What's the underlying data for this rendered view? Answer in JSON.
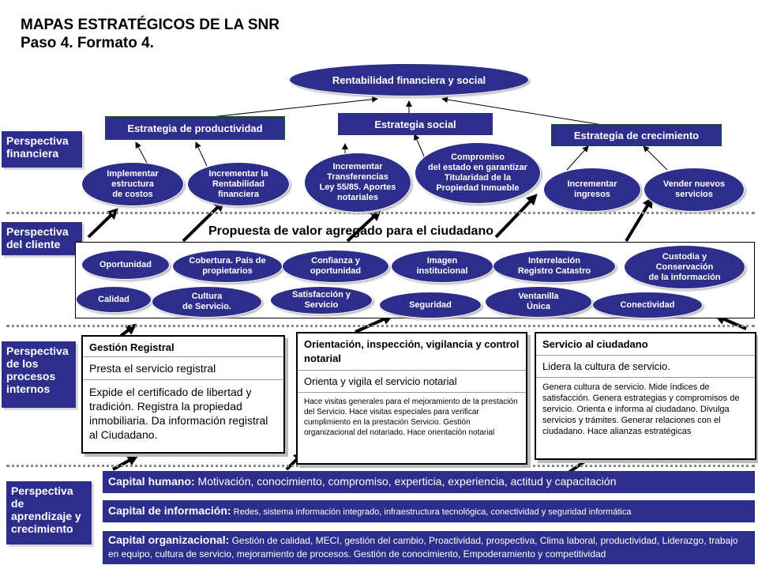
{
  "header": {
    "title_line1": "MAPAS ESTRATÉGICOS DE LA SNR",
    "title_line2": "Paso 4. Formato 4."
  },
  "perspectives": {
    "financiera": "Perspectiva\nfinanciera",
    "cliente": "Perspectiva\ndel cliente",
    "procesos": "Perspectiva\nde los\nprocesos\ninternos",
    "aprendizaje": "Perspectiva\nde\naprendizaje y\ncrecimiento"
  },
  "financial": {
    "goal": "Rentabilidad financiera y social",
    "strategies": {
      "productividad": "Estrategia de productividad",
      "social": "Estrategia social",
      "crecimiento": "Estrategia de crecimiento"
    },
    "objectives": {
      "costos": "Implementar\nestructura\nde costos",
      "rentabilidad": "Incrementar  la\nRentabilidad\nfinanciera",
      "transferencias": "Incrementar\nTransferencias\nLey 55/85. Aportes\nnotariales",
      "compromiso": "Compromiso\ndel estado  en garantizar\nTitularidad de la\nPropiedad Inmueble",
      "ingresos": "Incrementar\ningresos",
      "servicios": "Vender  nuevos\nservicios"
    }
  },
  "client": {
    "title": "Propuesta de valor agregado para el ciudadano",
    "items": {
      "oportunidad": "Oportunidad",
      "cobertura": "Cobertura.  País de\npropietarios",
      "confianza": "Confianza y\noportunidad",
      "imagen": "Imagen\ninstitucional",
      "interrelacion": "Interrelación\nRegistro  Catastro",
      "custodia": "Custodia  y\nConservación\nde la información",
      "calidad": "Calidad",
      "cultura": "Cultura\nde Servicio.",
      "satisfaccion": "Satisfacción  y\nServicio",
      "seguridad": "Seguridad",
      "ventanilla": "Ventanilla\nÚnica",
      "conectividad": "Conectividad"
    }
  },
  "processes": {
    "registral": {
      "title": "Gestión Registral",
      "summary": "Presta el servicio registral",
      "detail": "Expide el certificado de libertad y tradición. Registra la propiedad inmobiliaria. Da información registral al Ciudadano."
    },
    "notarial": {
      "title": "Orientación, inspección, vigilancia y control notarial",
      "summary": "Orienta y vigila el servicio notarial",
      "detail": "Hace visitas generales para el mejoramiento de la prestación del Servicio. Hace visitas especiales para verificar cumplimiento en la prestación Servicio.  Gestión organizacional del notariado. Hace orientación notarial"
    },
    "ciudadano": {
      "title": "Servicio al ciudadano",
      "summary": "Lidera la cultura de servicio.",
      "detail": "Genera cultura de servicio. Mide índices de satisfacción. Genera estrategias y compromisos de servicio. Orienta e informa al ciudadano. Divulga servicios y trámites. Generar relaciones con el ciudadano. Hace alianzas estratégicas"
    }
  },
  "learning": {
    "humano": {
      "label": "Capital humano:",
      "text": " Motivación, conocimiento, compromiso, experticia, experiencia, actitud y capacitación"
    },
    "informacion": {
      "label": "Capital de información:",
      "text": " Redes, sistema información integrado, infraestructura tecnológica, conectividad y seguridad informática"
    },
    "organizacional": {
      "label": "Capital organizacional:",
      "text": " Gestión de calidad, MECI, gestión  del cambio, Proactividad, prospectiva, Clima laboral, productividad, Liderazgo, trabajo en equipo, cultura de servicio, mejoramiento de procesos. Gestión de conocimiento, Empoderamiento y competitividad"
    }
  },
  "colors": {
    "primary": "#2d2d8c",
    "border": "#000000",
    "shadow": "#bbbbbb"
  }
}
